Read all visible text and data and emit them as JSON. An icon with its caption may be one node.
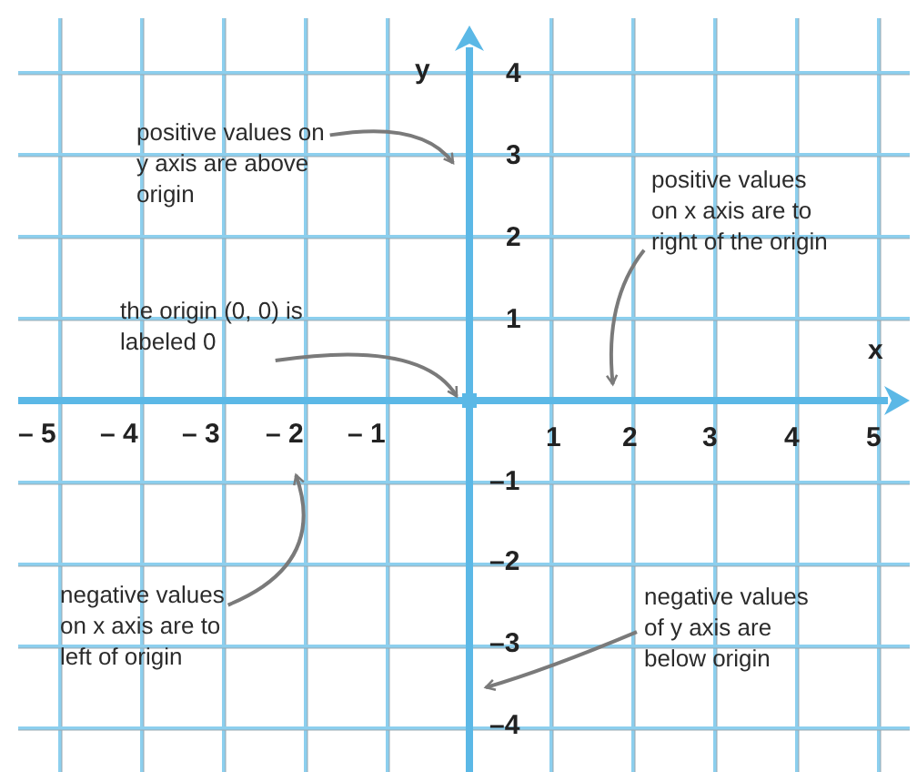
{
  "diagram": {
    "nodes": [
      {
        "text": [
          "positive values on y axis are above origin"
        ]
      },
      {
        "text": [
          "positive values on x axis are to right of the origin"
        ]
      },
      {
        "text": [
          "the origin (0, 0) is labeled 0"
        ]
      },
      {
        "text": [
          "negative values on x axis are to left of origin"
        ]
      },
      {
        "text": [
          "negative values of y axis are below origin"
        ]
      },
      {
        "text": [],
        "shape": "line"
      },
      {
        "text": [],
        "shape": "line"
      },
      {
        "text": [],
        "shape": "point"
      },
      {
        "text": [
          "– 2"
        ]
      },
      {
        "text": [],
        "shape": "line"
      }
    ],
    "edges": [
      {
        "from": 0,
        "to": 5,
        "arrow": "to"
      },
      {
        "from": 1,
        "to": 6,
        "arrow": "to"
      },
      {
        "from": 2,
        "to": 7,
        "arrow": "to"
      },
      {
        "from": 3,
        "to": 8,
        "arrow": "to"
      },
      {
        "from": 4,
        "to": 9,
        "arrow": "to"
      }
    ],
    "labels": [
      "y",
      "4",
      "3",
      "2",
      "1",
      "x",
      "– 5",
      "– 4",
      "– 3",
      "– 1",
      "1",
      "2",
      "3",
      "4",
      "5",
      "–1",
      "–2",
      "–3",
      "–4"
    ]
  }
}
